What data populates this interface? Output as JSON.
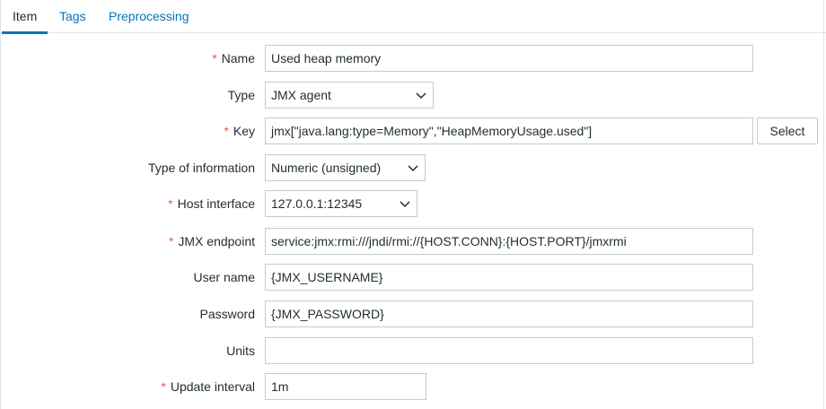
{
  "tabs": {
    "item": "Item",
    "tags": "Tags",
    "preprocessing": "Preprocessing"
  },
  "form": {
    "name": {
      "label": "Name",
      "required": true,
      "value": "Used heap memory"
    },
    "type": {
      "label": "Type",
      "required": false,
      "value": "JMX agent"
    },
    "key": {
      "label": "Key",
      "required": true,
      "value": "jmx[\"java.lang:type=Memory\",\"HeapMemoryUsage.used\"]",
      "button": "Select"
    },
    "type_of_information": {
      "label": "Type of information",
      "required": false,
      "value": "Numeric (unsigned)"
    },
    "host_interface": {
      "label": "Host interface",
      "required": true,
      "value": "127.0.0.1:12345"
    },
    "jmx_endpoint": {
      "label": "JMX endpoint",
      "required": true,
      "value": "service:jmx:rmi:///jndi/rmi://{HOST.CONN}:{HOST.PORT}/jmxrmi"
    },
    "user_name": {
      "label": "User name",
      "required": false,
      "value": "{JMX_USERNAME}"
    },
    "password": {
      "label": "Password",
      "required": false,
      "value": "{JMX_PASSWORD}"
    },
    "units": {
      "label": "Units",
      "required": false,
      "value": ""
    },
    "update_interval": {
      "label": "Update interval",
      "required": true,
      "value": "1m"
    }
  },
  "required_marker": "*",
  "colors": {
    "link": "#0275b8",
    "required": "#e45959",
    "border": "#c4cbd0",
    "text": "#1f2c33"
  }
}
